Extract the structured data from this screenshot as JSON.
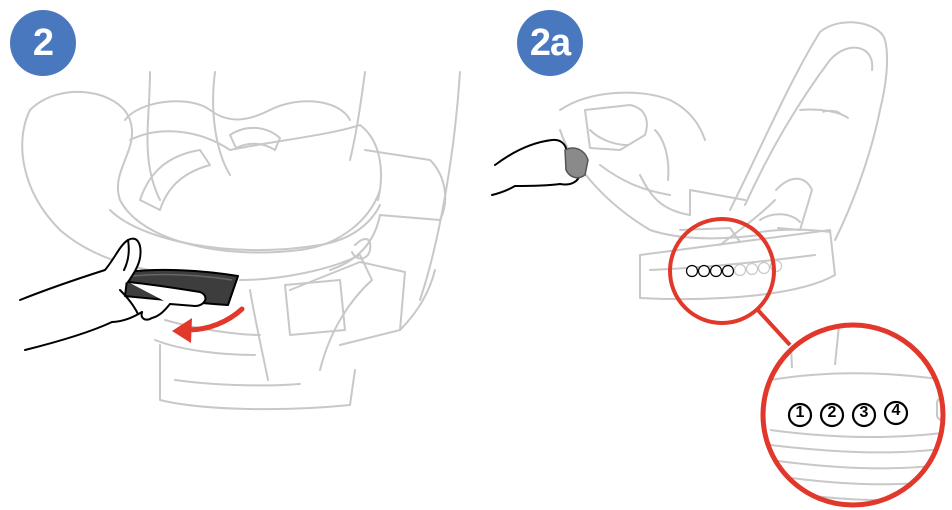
{
  "steps": {
    "step_main": "2",
    "step_sub": "2a"
  },
  "recline_positions": [
    "1",
    "2",
    "3",
    "4"
  ],
  "colors": {
    "badge_blue": "#4A78BF",
    "line_gray": "#c8c8c8",
    "handle_dark": "#3d3d3d",
    "arrow_red": "#E2382B",
    "callout_red": "#E2382B",
    "ink": "#000000"
  }
}
